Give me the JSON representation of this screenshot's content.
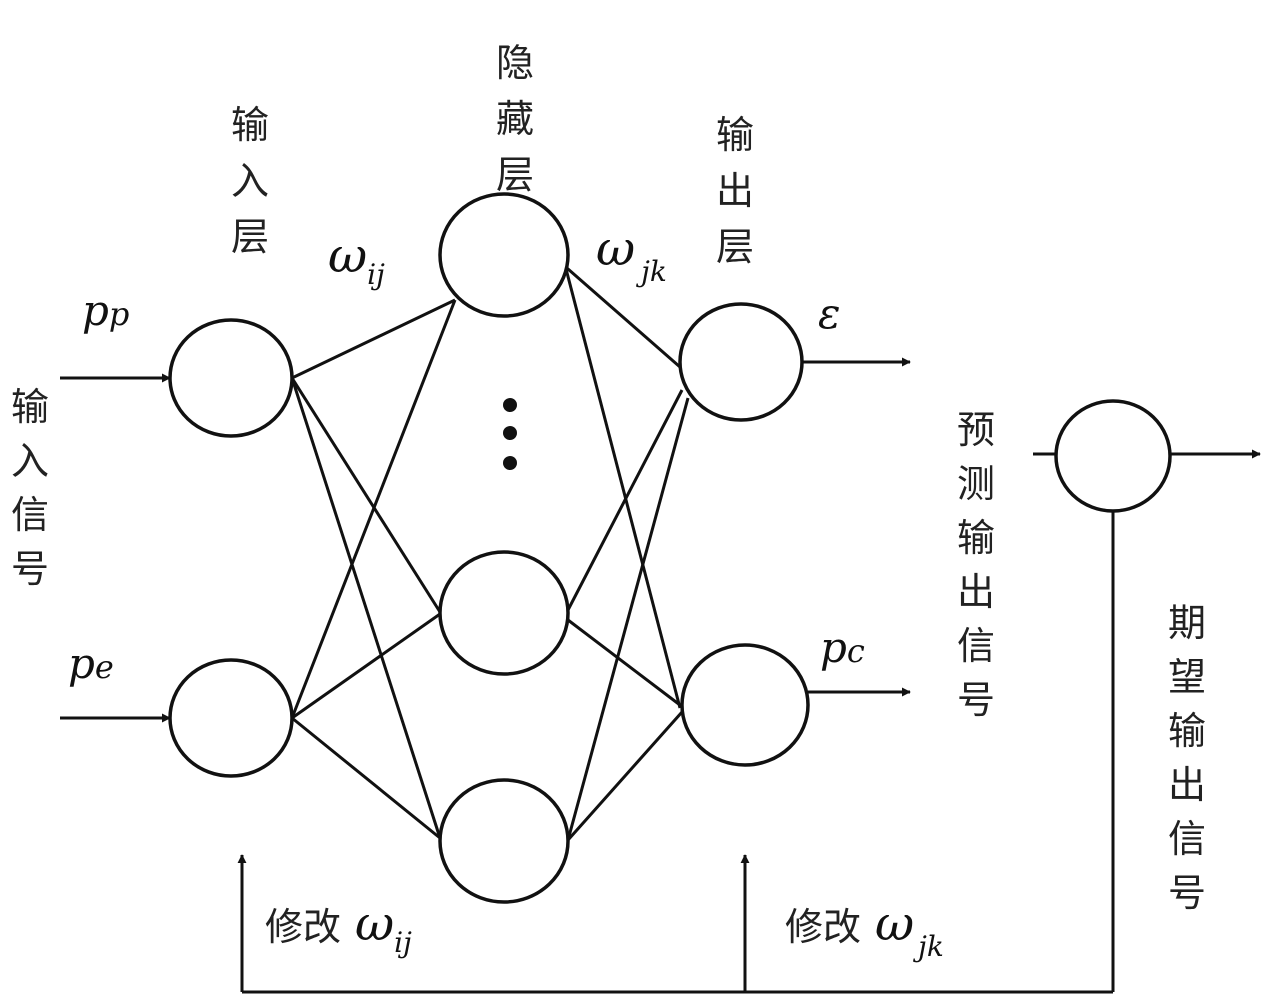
{
  "layers": {
    "input": "输入层",
    "hidden": "隐藏层",
    "output": "输出层"
  },
  "signals": {
    "input": "输入信号",
    "predicted": "预测输出信号",
    "expected": "期望输出信号"
  },
  "weights": {
    "ij": {
      "symbol": "ω",
      "sub": "ij"
    },
    "jk": {
      "symbol": "ω",
      "sub": "jk"
    }
  },
  "inputs": {
    "top": {
      "base": "p",
      "sub": "p"
    },
    "bottom": {
      "base": "p",
      "sub": "e"
    }
  },
  "outputs": {
    "top": "ε",
    "bottom": {
      "base": "p",
      "sub": "c"
    }
  },
  "feedback": {
    "ij": {
      "label": "修改",
      "symbol": "ω",
      "sub": "ij"
    },
    "jk": {
      "label": "修改",
      "symbol": "ω",
      "sub": "jk"
    }
  },
  "colors": {
    "stroke": "#111111",
    "text": "#222222",
    "background": "#ffffff"
  }
}
